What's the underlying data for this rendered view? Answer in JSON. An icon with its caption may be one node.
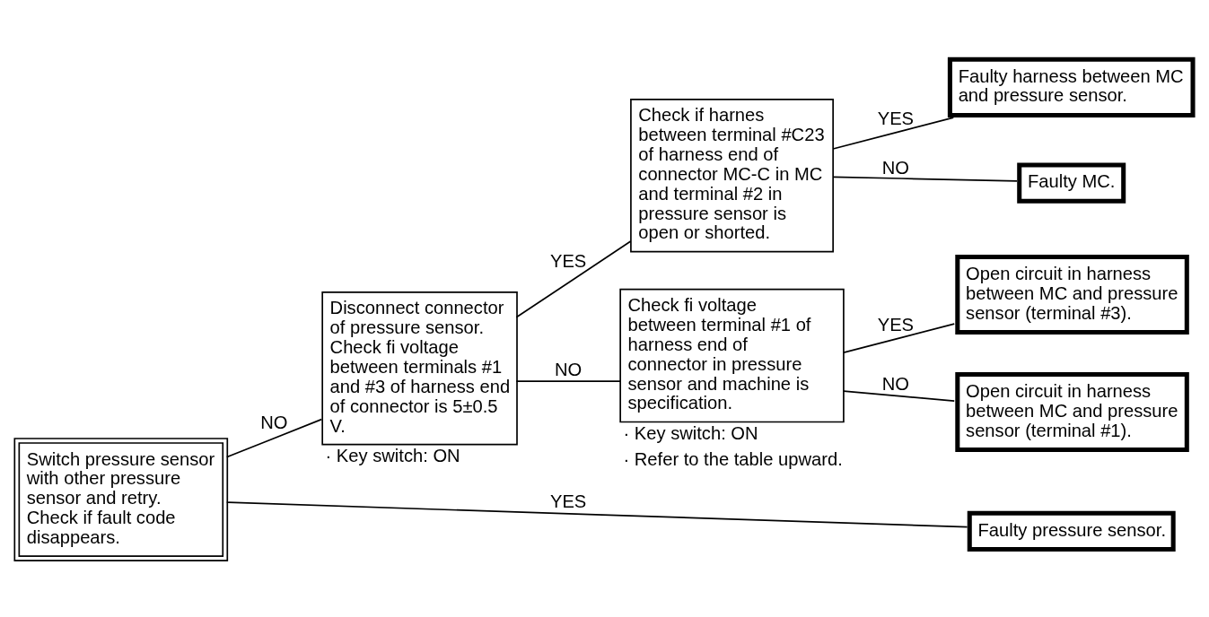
{
  "diagram": {
    "nodes": [
      {
        "text": [
          "Switch pressure sensor with other pressure sensor and retry. Check if fault code disappears."
        ]
      },
      {
        "text": [
          "Disconnect connector of pressure sensor. Check fi voltage between terminals #1 and #3 of harness end of connector is 5±0.5 V."
        ],
        "beside": [
          "· Key switch: ON"
        ]
      },
      {
        "text": [
          "Check if harnes between terminal #C23 of harness end of connector MC-C in MC and terminal #2 in pressure sensor is open or shorted."
        ]
      },
      {
        "text": [
          "Faulty harness between MC and pressure sensor."
        ]
      },
      {
        "text": [
          "Faulty MC."
        ]
      },
      {
        "text": [
          "Check fi voltage between terminal #1 of harness end of connector in pressure sensor and machine is specification."
        ],
        "beside": [
          "· Key switch: ON",
          "· Refer to the table upward."
        ]
      },
      {
        "text": [
          "Open circuit in harness between MC and pressure sensor (terminal #3)."
        ]
      },
      {
        "text": [
          "Open circuit in harness between MC and pressure sensor (terminal #1)."
        ]
      },
      {
        "text": [
          "Faulty pressure sensor."
        ]
      }
    ],
    "edges": [
      {
        "from": 0,
        "to": 1,
        "arrow": "none",
        "label": "NO"
      },
      {
        "from": 0,
        "to": 8,
        "arrow": "none",
        "label": "YES"
      },
      {
        "from": 1,
        "to": 2,
        "arrow": "none",
        "label": "YES"
      },
      {
        "from": 1,
        "to": 5,
        "arrow": "none",
        "label": "NO"
      },
      {
        "from": 2,
        "to": 3,
        "arrow": "none",
        "label": "YES"
      },
      {
        "from": 2,
        "to": 4,
        "arrow": "none",
        "label": "NO"
      },
      {
        "from": 5,
        "to": 6,
        "arrow": "none",
        "label": "YES"
      },
      {
        "from": 5,
        "to": 7,
        "arrow": "none",
        "label": "NO"
      }
    ]
  }
}
